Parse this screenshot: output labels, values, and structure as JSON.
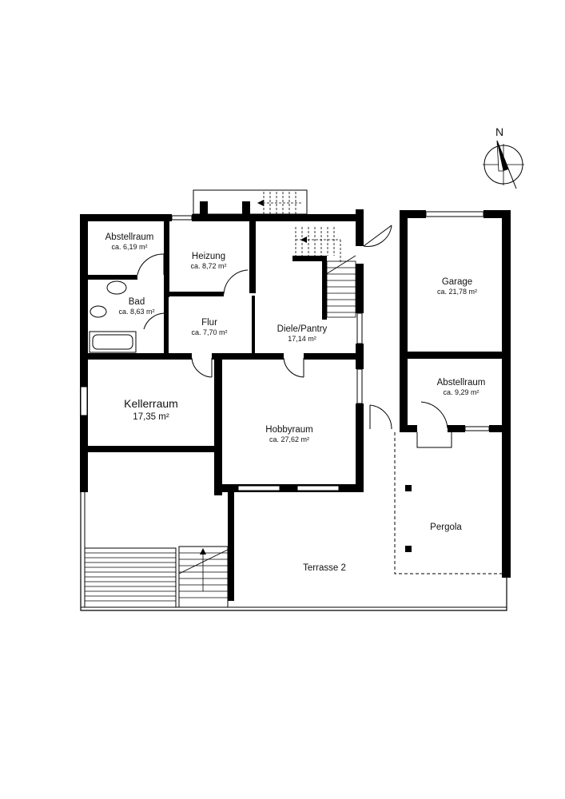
{
  "compass": {
    "label": "N"
  },
  "rooms": {
    "abstellraum_1": {
      "name": "Abstellraum",
      "area": "ca. 6,19 m²"
    },
    "heizung": {
      "name": "Heizung",
      "area": "ca. 8,72 m²"
    },
    "bad": {
      "name": "Bad",
      "area": "ca. 8,63 m²"
    },
    "flur": {
      "name": "Flur",
      "area": "ca. 7,70 m²"
    },
    "diele": {
      "name": "Diele/Pantry",
      "area": "17,14 m²"
    },
    "garage": {
      "name": "Garage",
      "area": "ca. 21,78 m²"
    },
    "abstellraum_2": {
      "name": "Abstellraum",
      "area": "ca. 9,29 m²"
    },
    "kellerraum": {
      "name": "Kellerraum",
      "area": "17,35 m²"
    },
    "hobbyraum": {
      "name": "Hobbyraum",
      "area": "ca. 27,62 m²"
    },
    "pergola": {
      "name": "Pergola"
    },
    "terrasse": {
      "name": "Terrasse 2"
    }
  }
}
